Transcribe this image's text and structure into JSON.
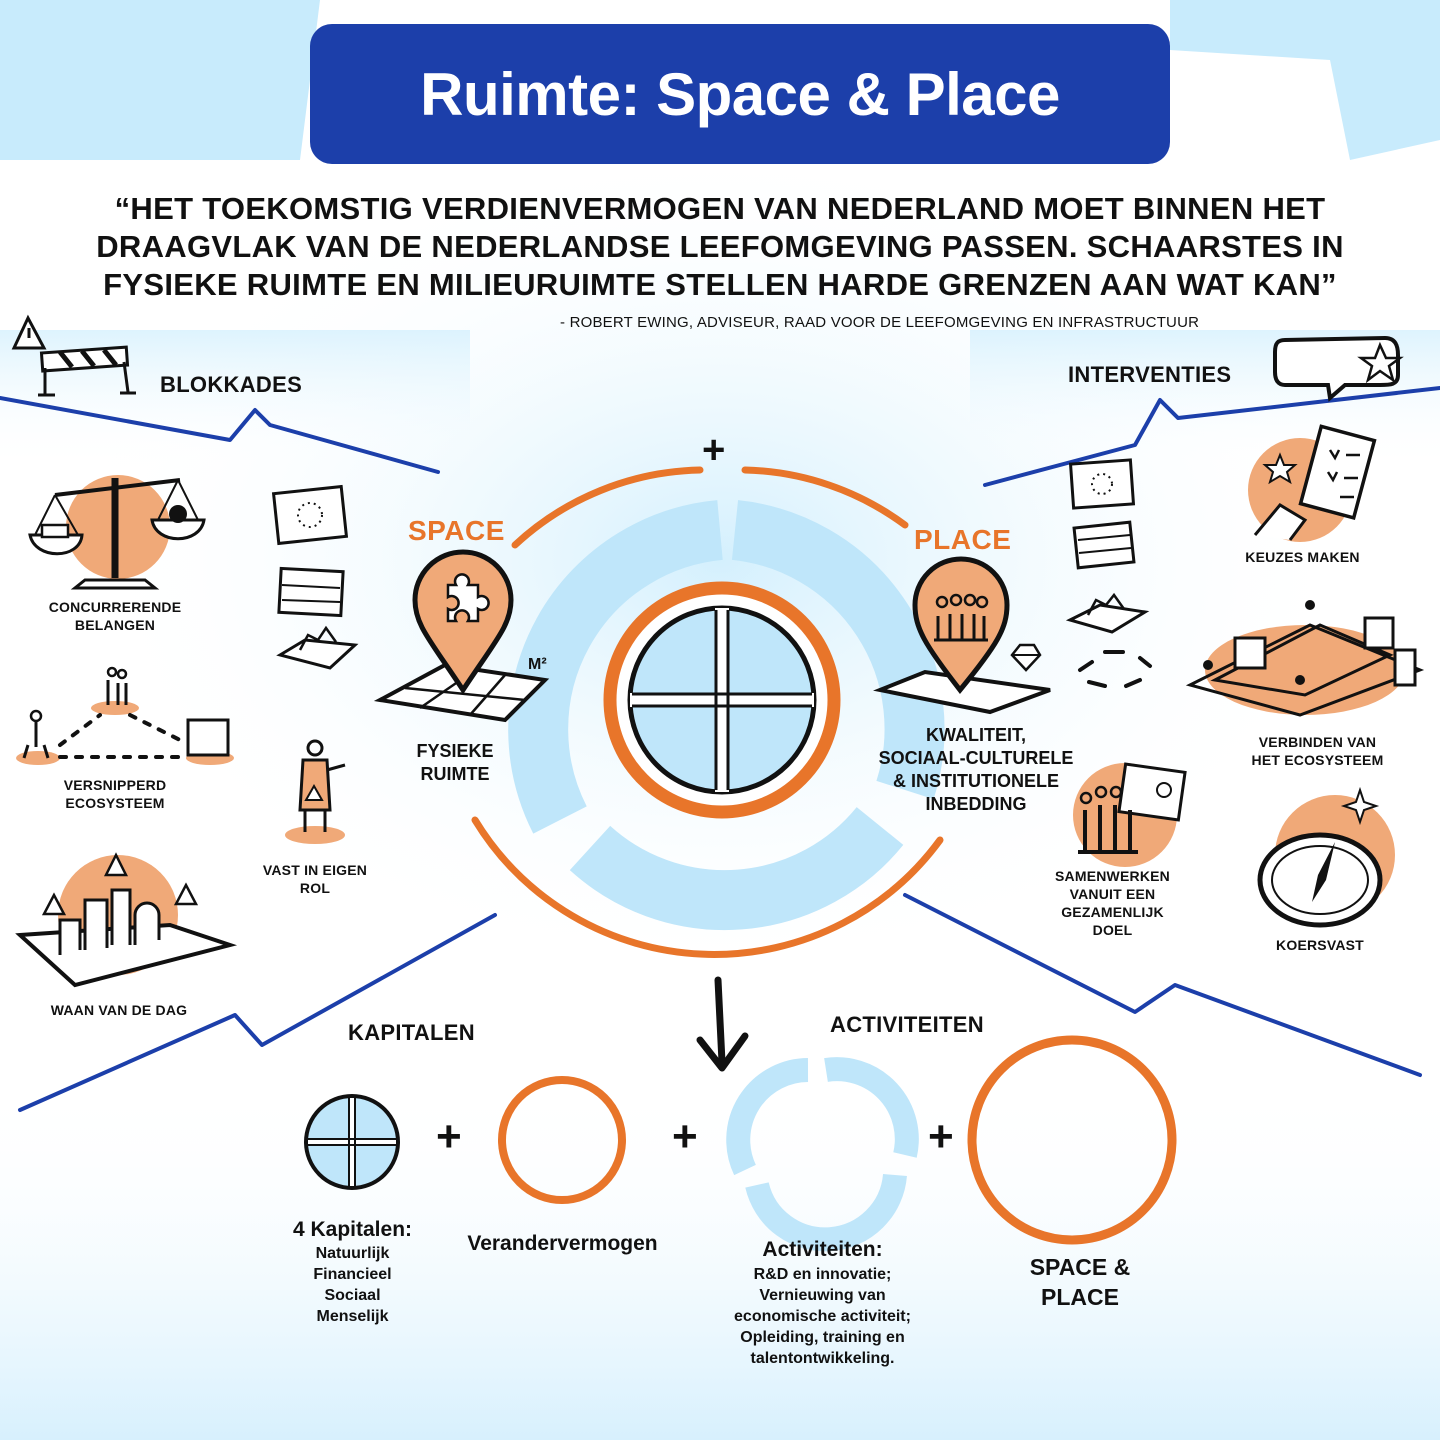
{
  "header": {
    "title": "Ruimte: Space & Place"
  },
  "quote": {
    "lines": [
      "“HET TOEKOMSTIG VERDIENVERMOGEN VAN NEDERLAND MOET BINNEN HET",
      "DRAAGVLAK VAN DE NEDERLANDSE LEEFOMGEVING PASSEN. SCHAARSTES IN",
      "FYSIEKE RUIMTE EN MILIEURUIMTE STELLEN HARDE GRENZEN AAN WAT KAN”"
    ],
    "attribution": "- ROBERT EWING, ADVISEUR, RAAD VOOR DE LEEFOMGEVING EN INFRASTRUCTUUR"
  },
  "sections": {
    "blokkades": "BLOKKADES",
    "interventies": "INTERVENTIES",
    "kapitalen": "KAPITALEN",
    "activiteiten": "ACTIVITEITEN"
  },
  "blokkades": {
    "concurrerende": [
      "CONCURRERENDE",
      "BELANGEN"
    ],
    "versnipperd": [
      "VERSNIPPERD",
      "ECOSYSTEEM"
    ],
    "waan": "WAAN VAN DE DAG",
    "vast": [
      "VAST IN EIGEN",
      "ROL"
    ]
  },
  "interventies": {
    "keuzes": "KEUZES MAKEN",
    "verbinden": [
      "VERBINDEN VAN",
      "HET ECOSYSTEEM"
    ],
    "samenwerken": [
      "SAMENWERKEN",
      "VANUIT EEN",
      "GEZAMENLIJK",
      "DOEL"
    ],
    "koersvast": "KOERSVAST"
  },
  "center": {
    "plus": "+",
    "space": "SPACE",
    "place": "PLACE",
    "m2": "M²",
    "fysieke": [
      "FYSIEKE",
      "RUIMTE"
    ],
    "kwaliteit": [
      "KWALITEIT,",
      "SOCIAAL-CULTURELE",
      "& INSTITUTIONELE",
      "INBEDDING"
    ]
  },
  "bottom": {
    "plus": "+",
    "kapitalen_title": "4 Kapitalen:",
    "kapitalen_items": [
      "Natuurlijk",
      "Financieel",
      "Sociaal",
      "Menselijk"
    ],
    "verandervermogen": "Verandervermogen",
    "activiteiten_title": "Activiteiten:",
    "activiteiten_items": [
      "R&D en innovatie;",
      "Vernieuwing van",
      "economische activiteit;",
      "Opleiding, training en",
      "talentontwikkeling."
    ],
    "space_place": [
      "SPACE &",
      "PLACE"
    ]
  },
  "colors": {
    "blue": "#1c3faa",
    "orange": "#e8752a",
    "peach": "#f0a978",
    "lightblue": "#bfe6fa"
  },
  "icons": [
    "barrier-icon",
    "warning-icon",
    "speech-bubble-star-icon",
    "scales-icon",
    "eu-flag-icon",
    "dutch-flag-icon",
    "landscape-icon",
    "people-dots-icon",
    "person-warning-icon",
    "city-icon",
    "puzzle-pin-icon",
    "people-pin-icon",
    "diamond-icon",
    "checklist-icon",
    "network-icon",
    "collaboration-icon",
    "compass-icon",
    "down-arrow-icon"
  ]
}
